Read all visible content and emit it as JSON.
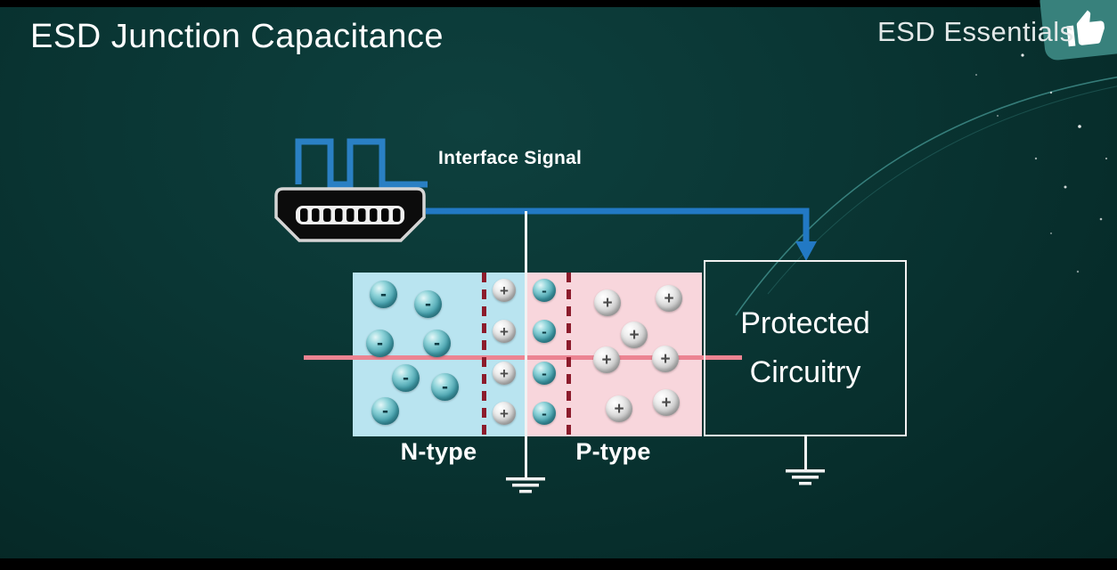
{
  "header": {
    "title": "ESD Junction Capacitance",
    "brand": "ESD Essentials"
  },
  "diagram": {
    "interface_signal_label": "Interface Signal",
    "n_type_label": "N-type",
    "p_type_label": "P-type",
    "protected_line1": "Protected",
    "protected_line2": "Circuitry",
    "minus": "-",
    "plus": "+",
    "colors": {
      "background_teal": "#0a3634",
      "wire_blue": "#2279c4",
      "n_region": "#b9e4f0",
      "p_region": "#f8d6dc",
      "depletion_dash_red": "#8c1c2c",
      "junction_line_pink": "#ec8492",
      "electron_sphere_teal": "#47a2ae",
      "hole_sphere_gray": "#c9c9c9",
      "like_badge_teal": "#38817c"
    }
  }
}
